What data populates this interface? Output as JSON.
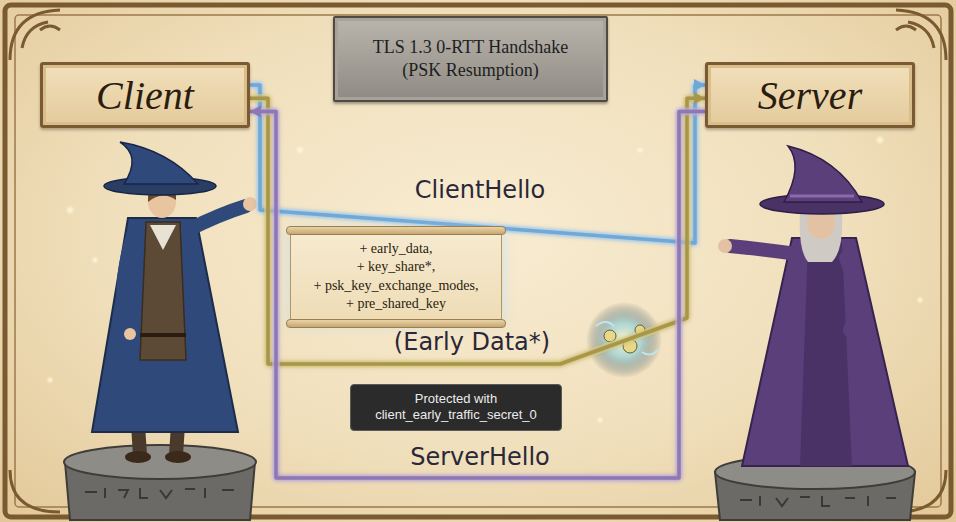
{
  "diagram": {
    "title": "TLS 1.3 0-RTT Handshake (PSK Resumption)",
    "nodes": [
      {
        "text": [
          "Client"
        ]
      },
      {
        "text": [
          "Server"
        ]
      },
      {
        "text": [
          "+ early_data,",
          "+ key_share*,",
          "+ psk_key_exchange_modes,",
          "+ pre_shared_key"
        ]
      },
      {
        "text": [
          "Protected with client_early_traffic_secret_0"
        ]
      }
    ],
    "edges": [
      {
        "from": 0,
        "to": 1,
        "label": "ClientHello",
        "arrow": "to"
      },
      {
        "from": 0,
        "to": 1,
        "label": "(Early Data*)",
        "arrow": "to"
      },
      {
        "from": 1,
        "to": 0,
        "label": "ServerHello",
        "arrow": "to"
      }
    ]
  }
}
